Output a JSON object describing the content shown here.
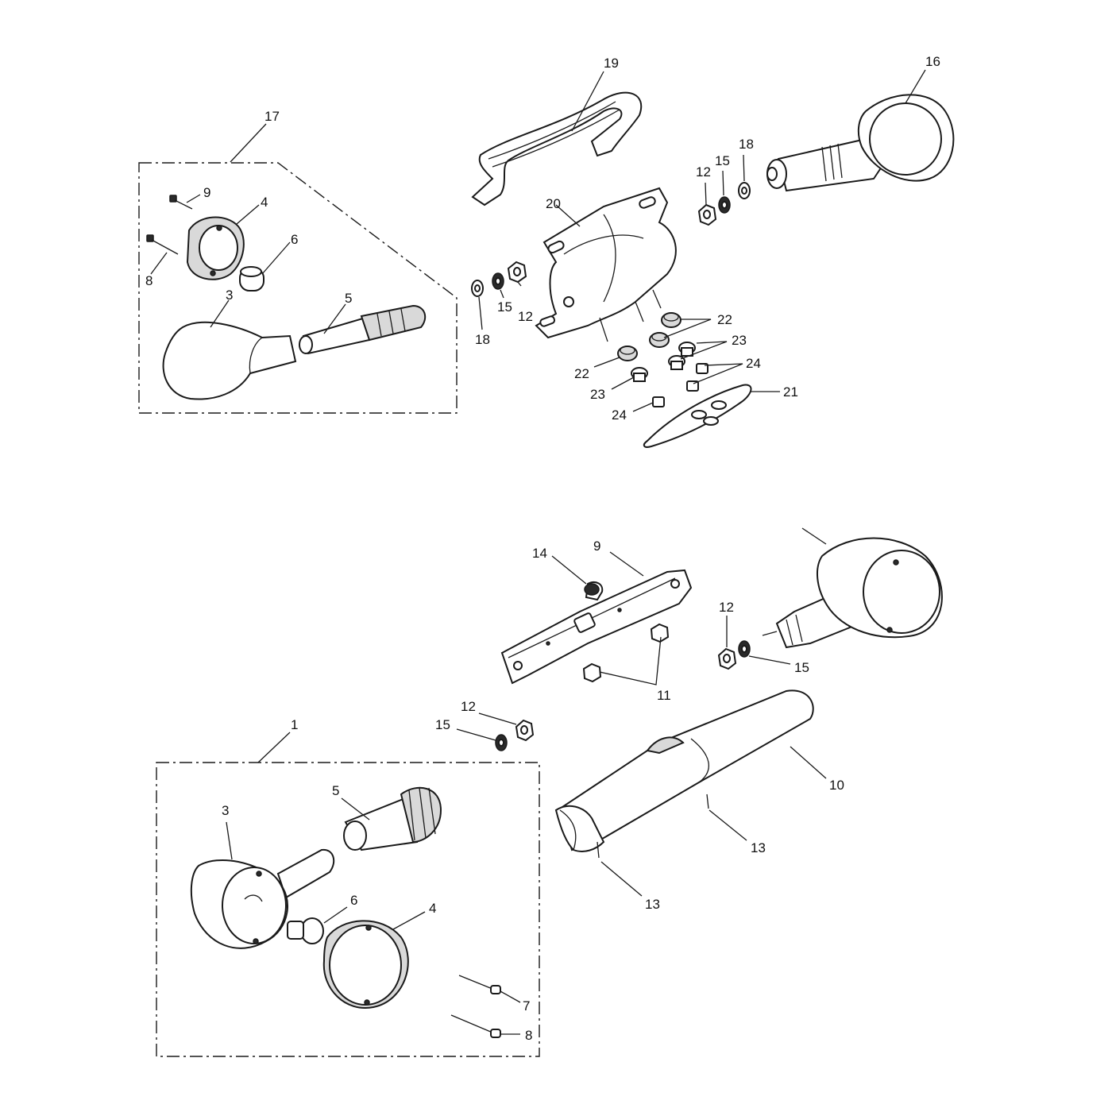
{
  "callouts": {
    "c1": "1",
    "c3a": "3",
    "c3b": "3",
    "c4a": "4",
    "c4b": "4",
    "c5a": "5",
    "c5b": "5",
    "c6a": "6",
    "c6b": "6",
    "c7": "7",
    "c8a": "8",
    "c8b": "8",
    "c9a": "9",
    "c9b": "9",
    "c10": "10",
    "c11": "11",
    "c12a": "12",
    "c12b": "12",
    "c12c": "12",
    "c12d": "12",
    "c13a": "13",
    "c13b": "13",
    "c14": "14",
    "c15a": "15",
    "c15b": "15",
    "c15c": "15",
    "c15d": "15",
    "c16": "16",
    "c17": "17",
    "c18a": "18",
    "c18b": "18",
    "c19": "19",
    "c20": "20",
    "c21": "21",
    "c22a": "22",
    "c22b": "22",
    "c23a": "23",
    "c23b": "23",
    "c24a": "24",
    "c24b": "24"
  }
}
